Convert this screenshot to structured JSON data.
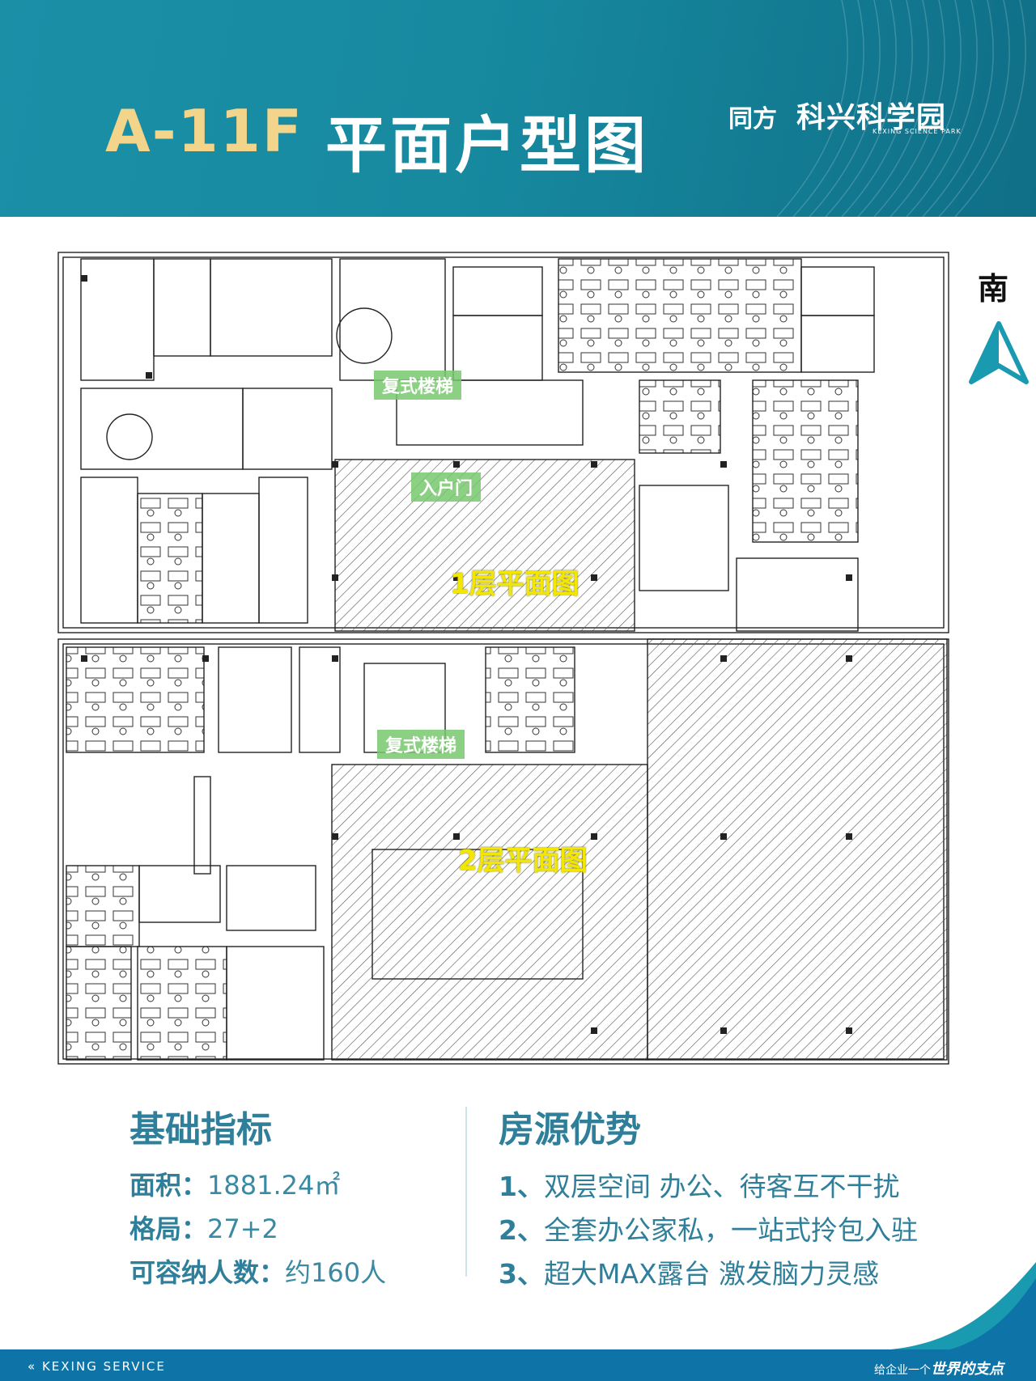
{
  "header": {
    "title_code": "A-11F",
    "title_text": "平面户型图",
    "brand_prefix": "同方",
    "brand_name": "科兴科学园",
    "brand_sub": "KEXING SCIENCE PARK",
    "colors": {
      "banner": "#178aa0",
      "title_code": "#f2d48a",
      "title_text": "#ffffff"
    }
  },
  "plan": {
    "labels": {
      "duplex_stairs_top": "复式楼梯",
      "entrance": "入户门",
      "floor1": "1层平面图",
      "duplex_stairs_bottom": "复式楼梯",
      "floor2": "2层平面图"
    },
    "compass": {
      "label": "南",
      "icon": "north-arrow-icon"
    }
  },
  "indicators": {
    "title": "基础指标",
    "area_key": "面积：",
    "area_value": "1881.24㎡",
    "layout_key": "格局：",
    "layout_value": "27+2",
    "capacity_key": "可容纳人数：",
    "capacity_value": "约160人"
  },
  "advantages": {
    "title": "房源优势",
    "items": [
      {
        "num": "1、",
        "text": "双层空间  办公、待客互不干扰"
      },
      {
        "num": "2、",
        "text": "全套办公家私，一站式拎包入驻"
      },
      {
        "num": "3、",
        "text": "超大MAX露台  激发脑力灵感"
      }
    ]
  },
  "footer": {
    "left": "KEXING SERVICE",
    "left_icon": "double-chevron-left-icon",
    "right_prefix": "给企业一个",
    "right_emphasis": "世界的支点"
  }
}
